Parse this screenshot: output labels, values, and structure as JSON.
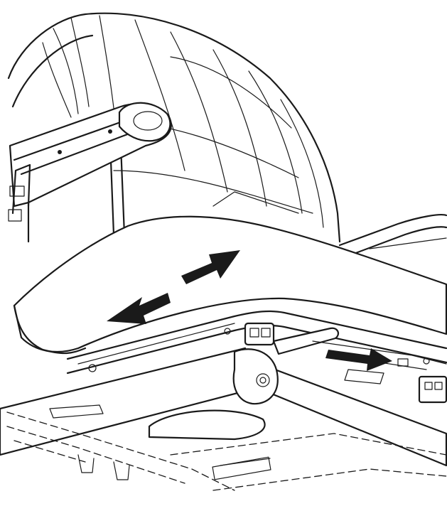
{
  "figure": {
    "kind": "technical-line-illustration",
    "subject": "seat-depth-adjustment",
    "icons": [
      "double-headed-arrow",
      "release-lever-arrow"
    ],
    "colors": {
      "line": "#1a1a1a",
      "background": "#ffffff",
      "arrow": "#1a1a1a"
    }
  }
}
